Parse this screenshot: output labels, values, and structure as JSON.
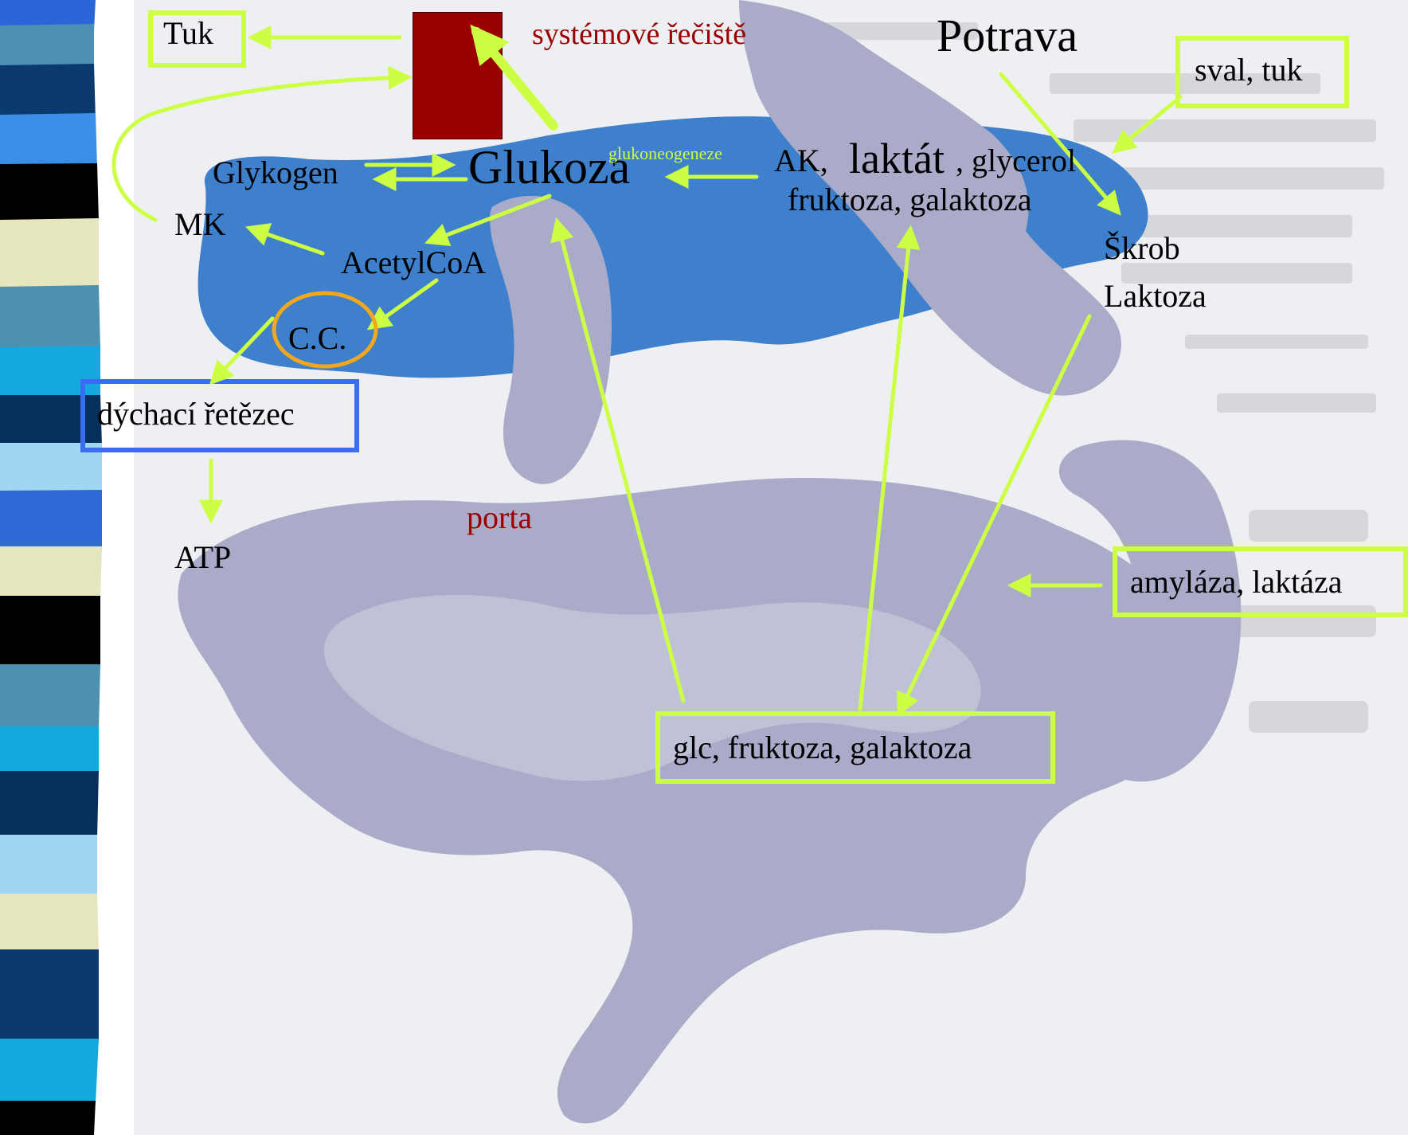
{
  "labels": {
    "tuk": "Tuk",
    "systemic": "systémové řečiště",
    "potrava": "Potrava",
    "sval_tuk": "sval, tuk",
    "glycogen": "Glykogen",
    "glucose": "Glukoza",
    "gluconeogenesis": "glukoneogeneze",
    "ak": "AK,",
    "lactate": "laktát",
    "glycerol": ", glycerol",
    "fructose_galactose": "fruktoza, galaktoza",
    "starch": "Škrob",
    "lactose": "Laktoza",
    "mk": "MK",
    "acetylcoa": "AcetylCoA",
    "cc": "C.C.",
    "resp_chain": "dýchací řetězec",
    "atp": "ATP",
    "porta": "porta",
    "enzymes": "amyláza, laktáza",
    "absorbed": "glc, fruktoza, galaktoza"
  },
  "colors": {
    "arrow": "#ccff44",
    "vessel": "#9a0000",
    "dark_red_text": "#9a0000",
    "liver": "#3e80cc",
    "intestine": "#a9abc8",
    "cc_circle": "#f2a81c",
    "resp_box": "#3b6cf5"
  }
}
